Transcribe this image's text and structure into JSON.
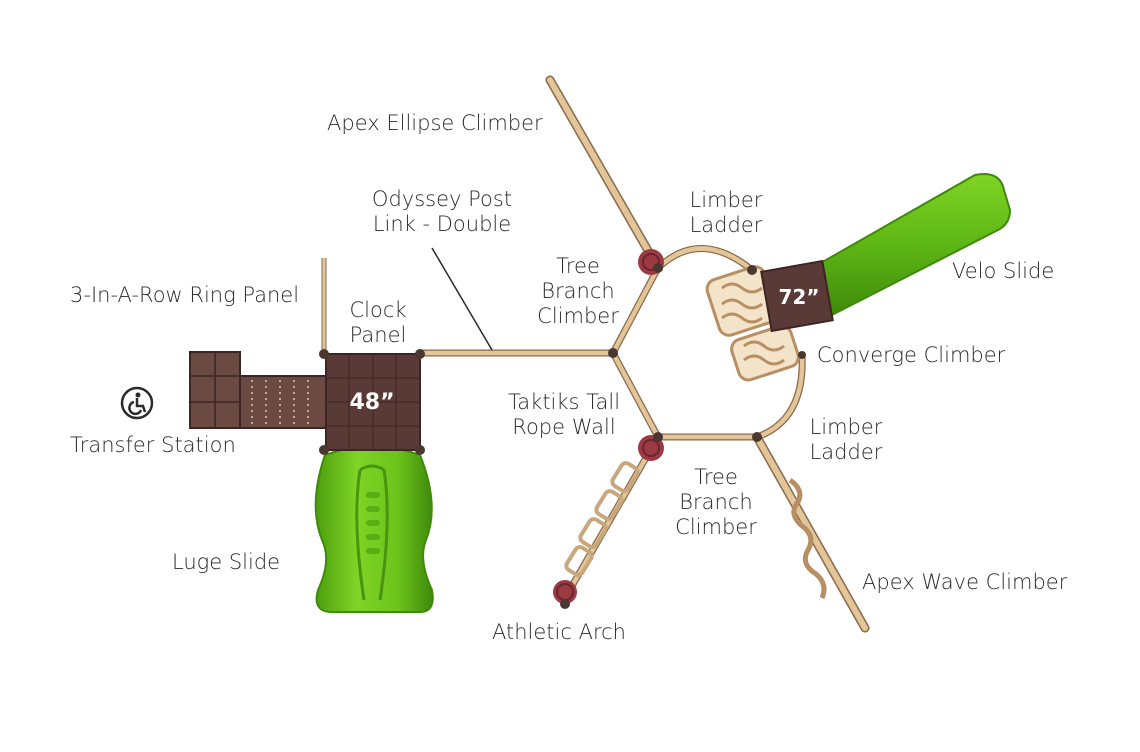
{
  "labels": {
    "apex_ellipse_climber": "Apex Ellipse Climber",
    "odyssey_post_link_line1": "Odyssey Post",
    "odyssey_post_link_line2": "Link - Double",
    "limber_ladder_top_line1": "Limber",
    "limber_ladder_top_line2": "Ladder",
    "velo_slide": "Velo Slide",
    "ring_panel": "3-In-A-Row Ring Panel",
    "clock_panel_line1": "Clock",
    "clock_panel_line2": "Panel",
    "tree_branch_top_line1": "Tree",
    "tree_branch_top_line2": "Branch",
    "tree_branch_top_line3": "Climber",
    "converge_climber": "Converge Climber",
    "transfer_station": "Transfer Station",
    "taktiks_line1": "Taktiks Tall",
    "taktiks_line2": "Rope Wall",
    "limber_ladder_bottom_line1": "Limber",
    "limber_ladder_bottom_line2": "Ladder",
    "tree_branch_bottom_line1": "Tree",
    "tree_branch_bottom_line2": "Branch",
    "tree_branch_bottom_line3": "Climber",
    "luge_slide": "Luge Slide",
    "apex_wave_climber": "Apex Wave Climber",
    "athletic_arch": "Athletic Arch"
  },
  "decks": {
    "deck_48": "48”",
    "deck_72": "72”"
  },
  "icons": {
    "accessibility": "wheelchair-accessible-icon"
  },
  "colors": {
    "slide_green": "#6cc31a",
    "deck_brown": "#5a3a36",
    "post_tan": "#e3c59a",
    "disc_red": "#9c3a44",
    "label_text": "#2a2a2a"
  }
}
